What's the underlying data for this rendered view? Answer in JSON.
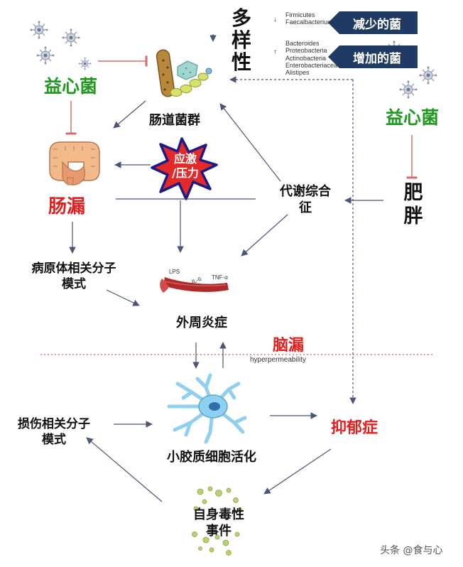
{
  "diversity": {
    "label": "多样性",
    "chars": [
      "多",
      "样",
      "性"
    ]
  },
  "decreased": {
    "badge": "减少的菌",
    "arrow": "↓",
    "taxa": [
      "Firmicutes",
      "Faecalbacterium"
    ]
  },
  "increased": {
    "badge": "增加的菌",
    "arrow": "↑",
    "taxa": [
      "Bacteroides",
      "Proteobacteria",
      "Actinobacteria",
      "Enterobacteriaceae",
      "Alistipes"
    ]
  },
  "probiotic_left": "益心菌",
  "probiotic_right": "益心菌",
  "microbiota": "肠道菌群",
  "stress": {
    "line1": "应激",
    "line2": "/压力"
  },
  "leaky_gut": "肠漏",
  "metabolic": {
    "line1": "代谢综合",
    "line2": "征"
  },
  "obesity": {
    "line1": "肥",
    "line2": "胖"
  },
  "pamp": {
    "line1": "病原体相关分子",
    "line2": "模式"
  },
  "vessel_labels": {
    "lps": "LPS",
    "il6": "IL-6",
    "tnf": "TNF-α"
  },
  "peripheral_inflammation": "外周炎症",
  "leaky_brain": "脑漏",
  "hyperpermeability": "hyperpermeability",
  "damp": {
    "line1": "损伤相关分子",
    "line2": "模式"
  },
  "microglia": "小胶质细胞活化",
  "depression": "抑郁症",
  "autotoxic": {
    "line1": "自身毒性",
    "line2": "事件"
  },
  "watermark": "头条 @食与心",
  "colors": {
    "badge_blue": "#1f3b63",
    "green": "#1e9a1e",
    "red": "#e21f1f",
    "divider": "#c0392b",
    "arrow": "#4a5577",
    "inhibit": "#d96a6a",
    "vessel": "#b02a2a",
    "microglia": "#8fd0f0",
    "spots": "#b8d36b"
  },
  "icons": [
    "virus-icon",
    "bacteria-cluster-icon",
    "intestine-icon",
    "stress-burst-icon",
    "blood-vessel-icon",
    "microglia-cell-icon",
    "toxic-particles-icon"
  ]
}
